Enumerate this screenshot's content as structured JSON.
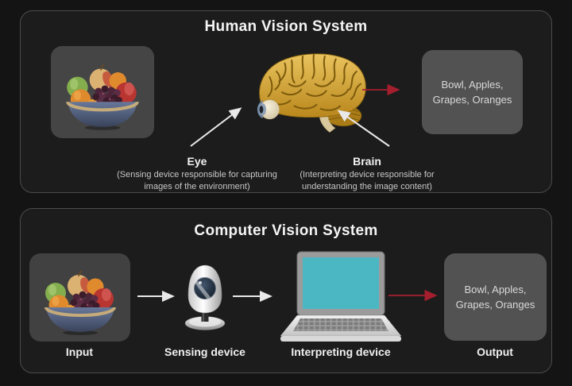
{
  "colors": {
    "page_bg": "#141414",
    "panel_bg": "#1c1c1c",
    "panel_border": "#4c4c4c",
    "image_box_bg": "#454545",
    "output_box_bg": "#525252",
    "white_arrow": "#e9e9e9",
    "red_arrow": "#a41e2e",
    "laptop_screen_teal": "#4bb7c3"
  },
  "human_panel": {
    "title": "Human Vision System",
    "input_image": "fruit-bowl-photo",
    "output_text": "Bowl, Apples, Grapes, Oranges",
    "eye_label": "Eye",
    "eye_description": "(Sensing device responsible for capturing images of the environment)",
    "brain_label": "Brain",
    "brain_description": "(Interpreting device responsible for understanding the image content)"
  },
  "computer_panel": {
    "title": "Computer Vision System",
    "input_image": "fruit-bowl-photo",
    "output_text": "Bowl, Apples, Grapes, Oranges",
    "input_label": "Input",
    "sensing_label": "Sensing device",
    "interpreting_label": "Interpreting device",
    "output_label": "Output"
  }
}
